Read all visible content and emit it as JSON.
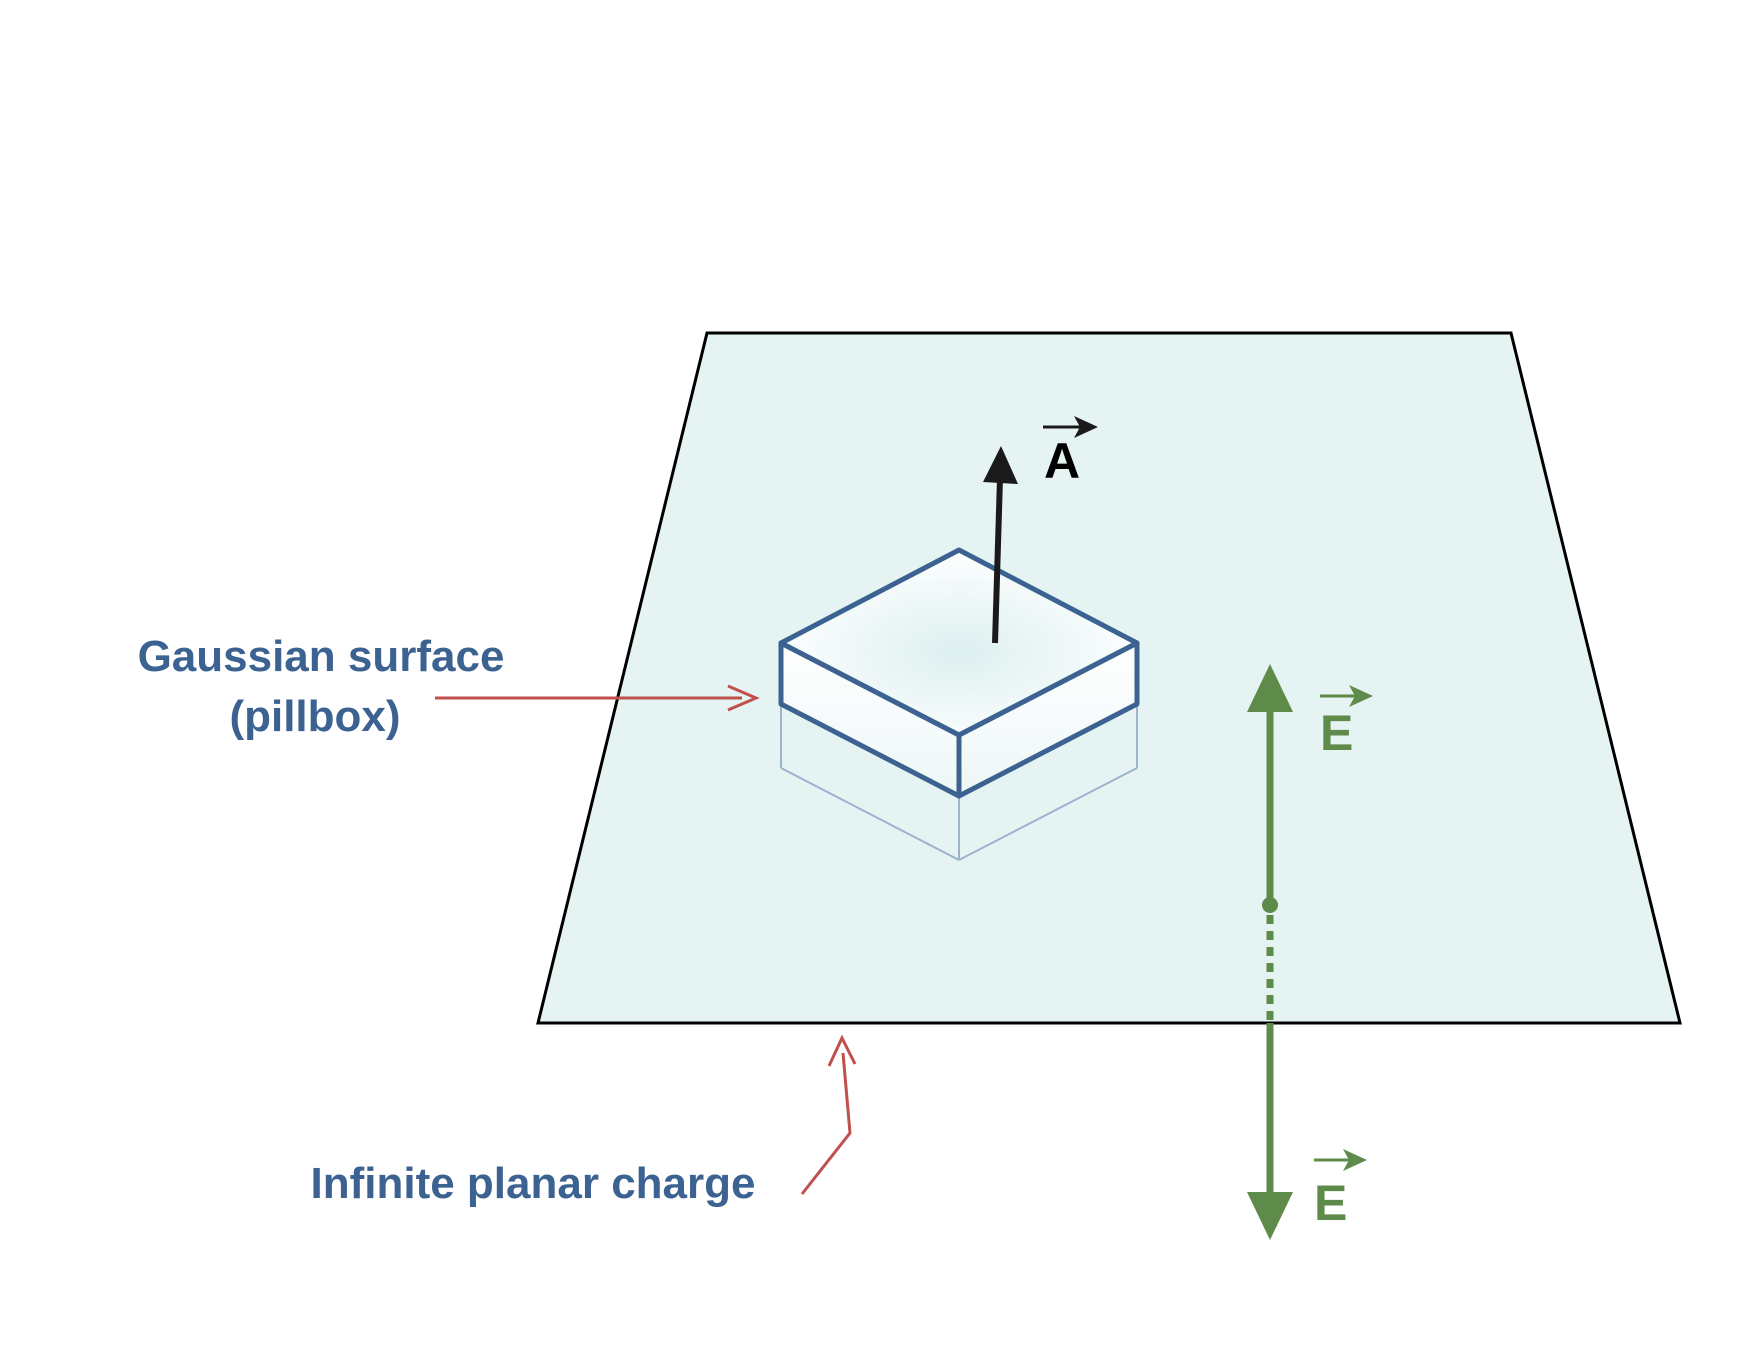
{
  "labels": {
    "gaussian_line1": "Gaussian surface",
    "gaussian_line2": "(pillbox)",
    "plane": "Infinite planar charge",
    "area_vector": "A",
    "field_up": "E",
    "field_down": "E"
  },
  "colors": {
    "label_blue": "#3b6291",
    "pointer_red": "#c0504d",
    "field_green": "#5e8a4a",
    "area_black": "#1a1a1a",
    "plane_fill": "#e6f3f3",
    "plane_edge": "#000000",
    "pillbox_edge": "#3b6291"
  }
}
